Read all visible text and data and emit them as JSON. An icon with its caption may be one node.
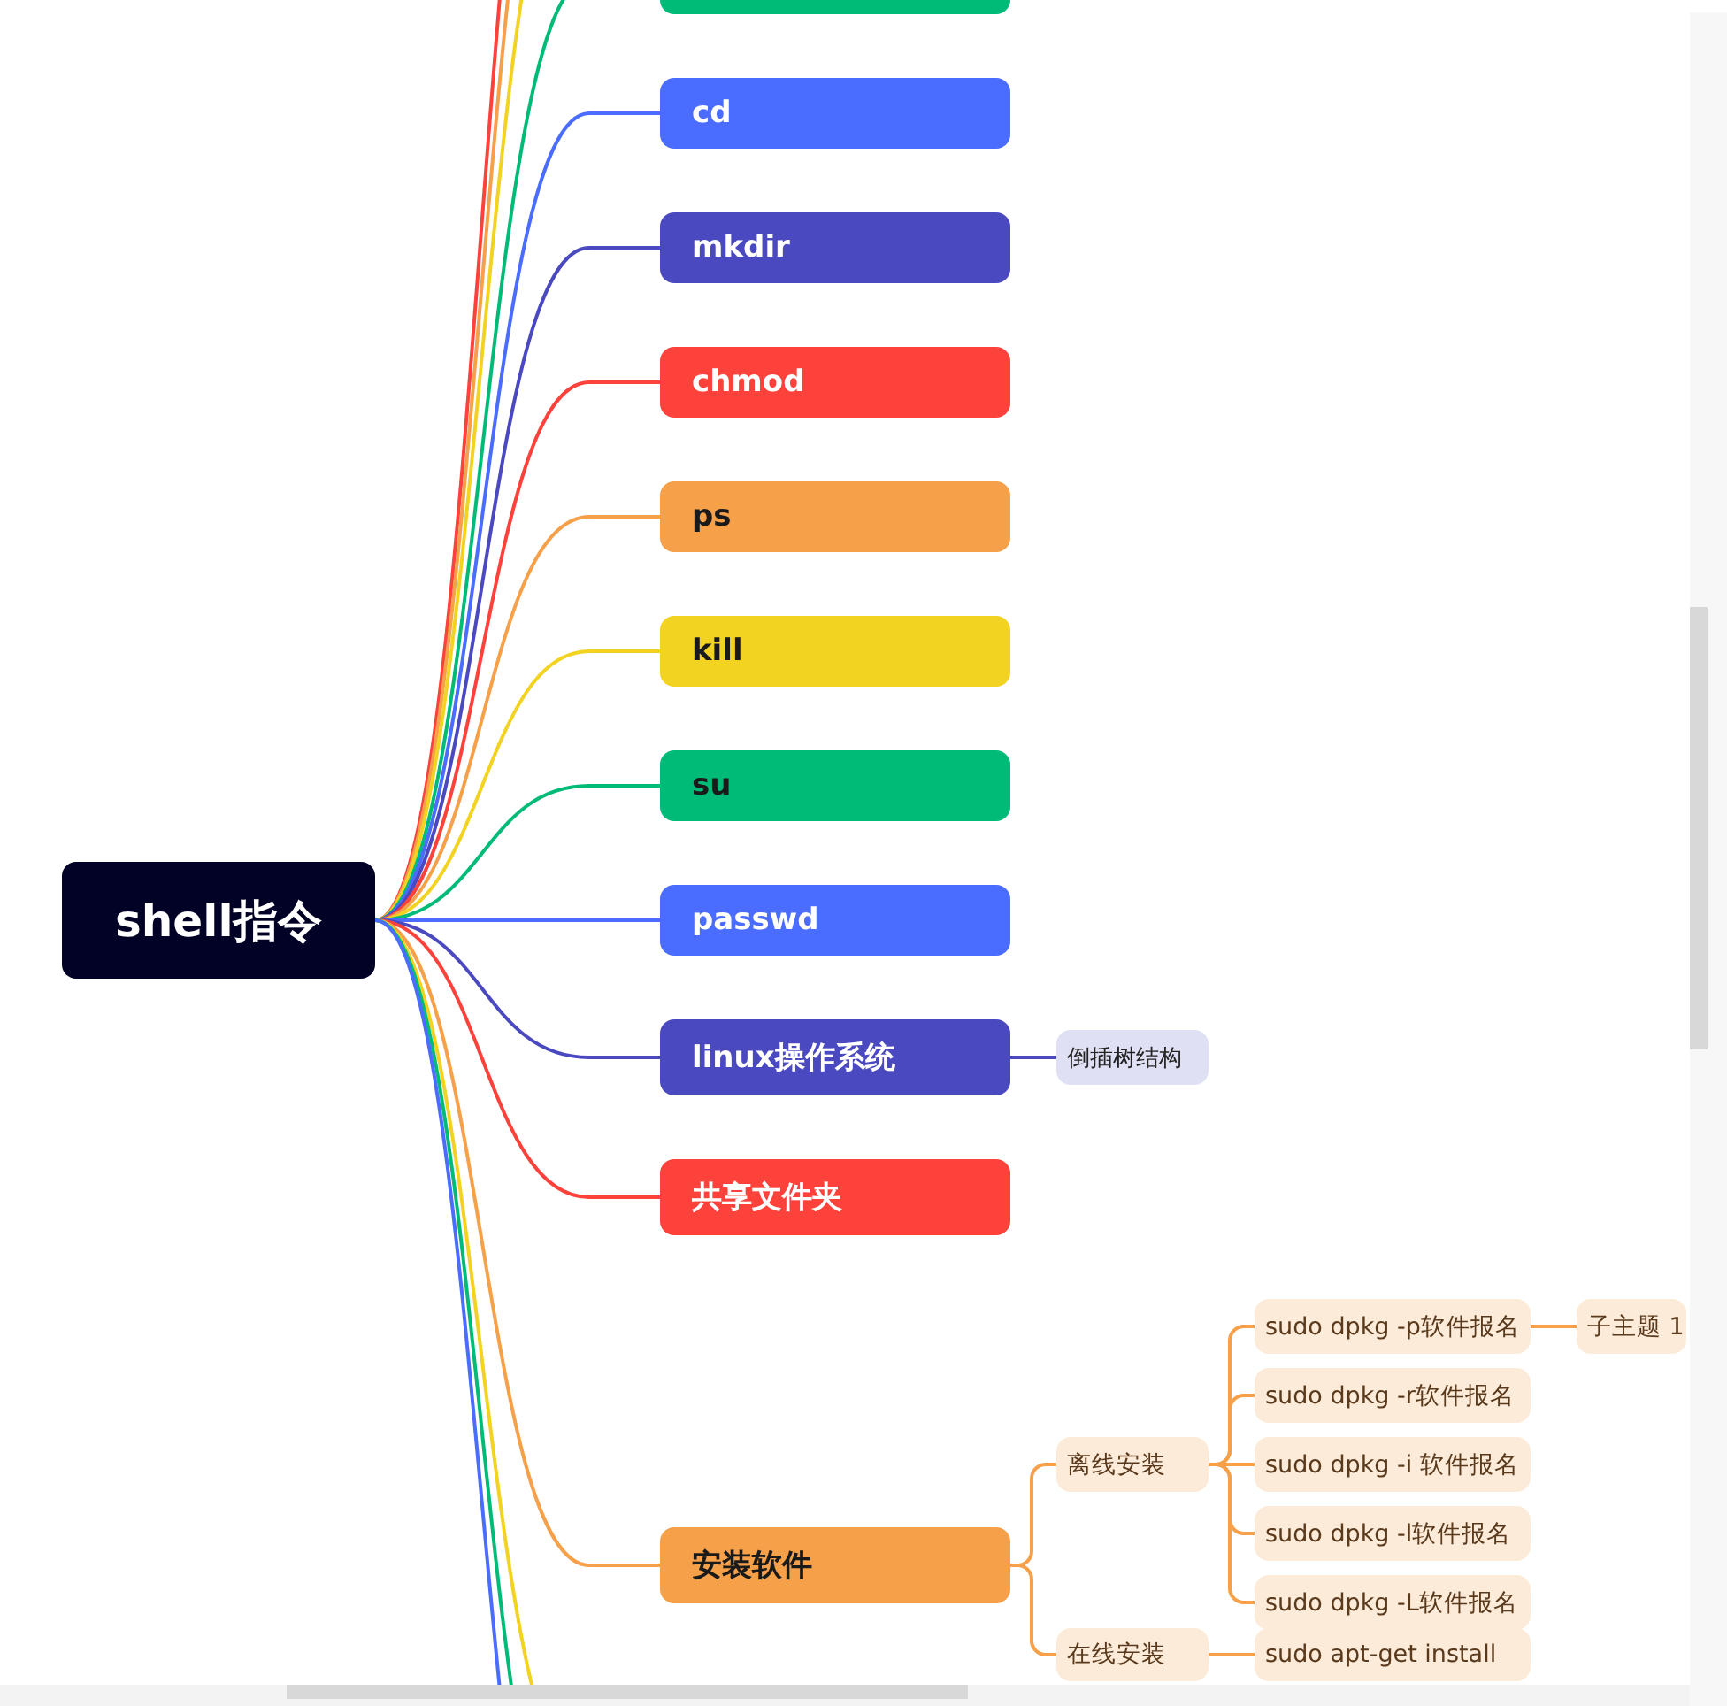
{
  "diagram": {
    "nodes": [
      {
        "text": [
          "shell指令"
        ]
      },
      {
        "text": [],
        "shape": "box"
      },
      {
        "text": [
          "cd"
        ]
      },
      {
        "text": [
          "mkdir"
        ]
      },
      {
        "text": [
          "chmod"
        ]
      },
      {
        "text": [
          "ps"
        ]
      },
      {
        "text": [
          "kill"
        ]
      },
      {
        "text": [
          "su"
        ]
      },
      {
        "text": [
          "passwd"
        ]
      },
      {
        "text": [
          "linux操作系统"
        ]
      },
      {
        "text": [
          "倒插树结构"
        ]
      },
      {
        "text": [
          "共享文件夹"
        ]
      },
      {
        "text": [
          "安装软件"
        ]
      },
      {
        "text": [
          "离线安装"
        ]
      },
      {
        "text": [
          "sudo dpkg -p软件报名"
        ]
      },
      {
        "text": [
          "子主题 1"
        ]
      },
      {
        "text": [
          "sudo dpkg -r软件报名"
        ]
      },
      {
        "text": [
          "sudo dpkg -i 软件报名"
        ]
      },
      {
        "text": [
          "sudo dpkg -l软件报名"
        ]
      },
      {
        "text": [
          "sudo dpkg -L软件报名"
        ]
      },
      {
        "text": [
          "在线安装"
        ]
      },
      {
        "text": [
          "sudo apt-get install"
        ]
      }
    ],
    "edges": [
      {
        "from": 0,
        "to": null,
        "arrow": "none",
        "color": "#fd423c"
      },
      {
        "from": 0,
        "to": null,
        "arrow": "none",
        "color": "#f6a04a"
      },
      {
        "from": 0,
        "to": null,
        "arrow": "none",
        "color": "#f3d321"
      },
      {
        "from": 0,
        "to": 1,
        "arrow": "none",
        "color": "#00bb77"
      },
      {
        "from": 0,
        "to": 2,
        "arrow": "none",
        "color": "#4a6cff"
      },
      {
        "from": 0,
        "to": 3,
        "arrow": "none",
        "color": "#4b49c0"
      },
      {
        "from": 0,
        "to": 4,
        "arrow": "none",
        "color": "#fd423c"
      },
      {
        "from": 0,
        "to": 5,
        "arrow": "none",
        "color": "#f6a04a"
      },
      {
        "from": 0,
        "to": 6,
        "arrow": "none",
        "color": "#f3d321"
      },
      {
        "from": 0,
        "to": 7,
        "arrow": "none",
        "color": "#00bb77"
      },
      {
        "from": 0,
        "to": 8,
        "arrow": "none",
        "color": "#4a6cff"
      },
      {
        "from": 0,
        "to": 9,
        "arrow": "none",
        "color": "#4b49c0"
      },
      {
        "from": 9,
        "to": 10,
        "arrow": "none",
        "color": "#4b49c0"
      },
      {
        "from": 0,
        "to": 11,
        "arrow": "none",
        "color": "#fd423c"
      },
      {
        "from": 0,
        "to": 12,
        "arrow": "none",
        "color": "#f6a04a"
      },
      {
        "from": 12,
        "to": 13,
        "arrow": "none",
        "color": "#f6a04a"
      },
      {
        "from": 13,
        "to": 14,
        "arrow": "none",
        "color": "#f6a04a"
      },
      {
        "from": 14,
        "to": 15,
        "arrow": "none",
        "color": "#f6a04a"
      },
      {
        "from": 13,
        "to": 16,
        "arrow": "none",
        "color": "#f6a04a"
      },
      {
        "from": 13,
        "to": 17,
        "arrow": "none",
        "color": "#f6a04a"
      },
      {
        "from": 13,
        "to": 18,
        "arrow": "none",
        "color": "#f6a04a"
      },
      {
        "from": 13,
        "to": 19,
        "arrow": "none",
        "color": "#f6a04a"
      },
      {
        "from": 12,
        "to": 20,
        "arrow": "none",
        "color": "#f6a04a"
      },
      {
        "from": 20,
        "to": 21,
        "arrow": "none",
        "color": "#f6a04a"
      },
      {
        "from": 0,
        "to": null,
        "arrow": "none",
        "color": "#f3d321"
      },
      {
        "from": 0,
        "to": null,
        "arrow": "none",
        "color": "#00bb77"
      },
      {
        "from": 0,
        "to": null,
        "arrow": "none",
        "color": "#4a6cff"
      }
    ]
  }
}
